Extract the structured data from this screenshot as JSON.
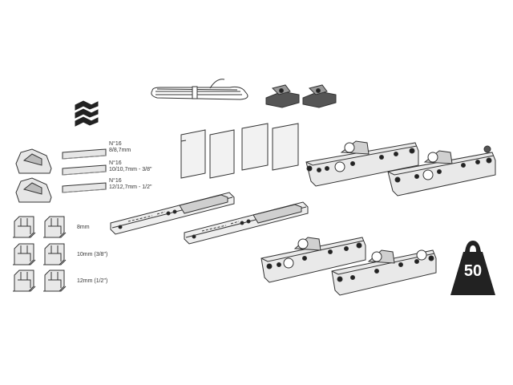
{
  "labels": {
    "strip1": {
      "num": "N°16",
      "size": "8/8,7mm"
    },
    "strip2": {
      "num": "N°16",
      "size": "10/10,7mm - 3/8\""
    },
    "strip3": {
      "num": "N°16",
      "size": "12/12,7mm - 1/2\""
    },
    "clip1": "8mm",
    "clip2": "10mm (3/8\")",
    "clip3": "12mm (1/2\")"
  },
  "weight_badge": {
    "value": "50",
    "icon": "weight-icon"
  },
  "colors": {
    "stroke": "#333333",
    "fill": "#e2e2e2",
    "dark": "#222222"
  }
}
